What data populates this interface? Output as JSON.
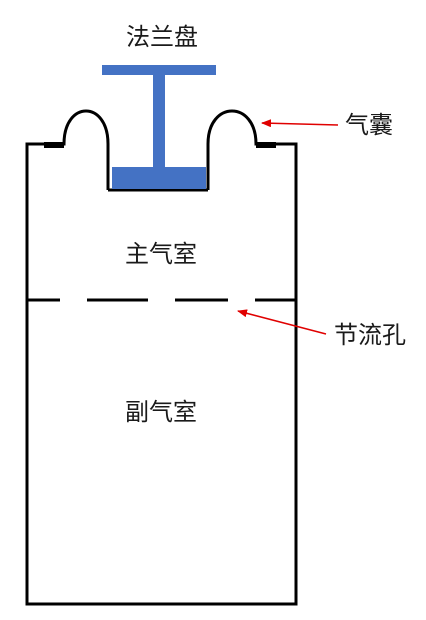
{
  "labels": {
    "flange": "法兰盘",
    "airbag": "气囊",
    "main_chamber": "主气室",
    "orifice": "节流孔",
    "aux_chamber": "副气室"
  },
  "colors": {
    "outline": "#000000",
    "flange": "#4472C4",
    "arrow": "#E00000",
    "text": "#1a1a1a"
  }
}
